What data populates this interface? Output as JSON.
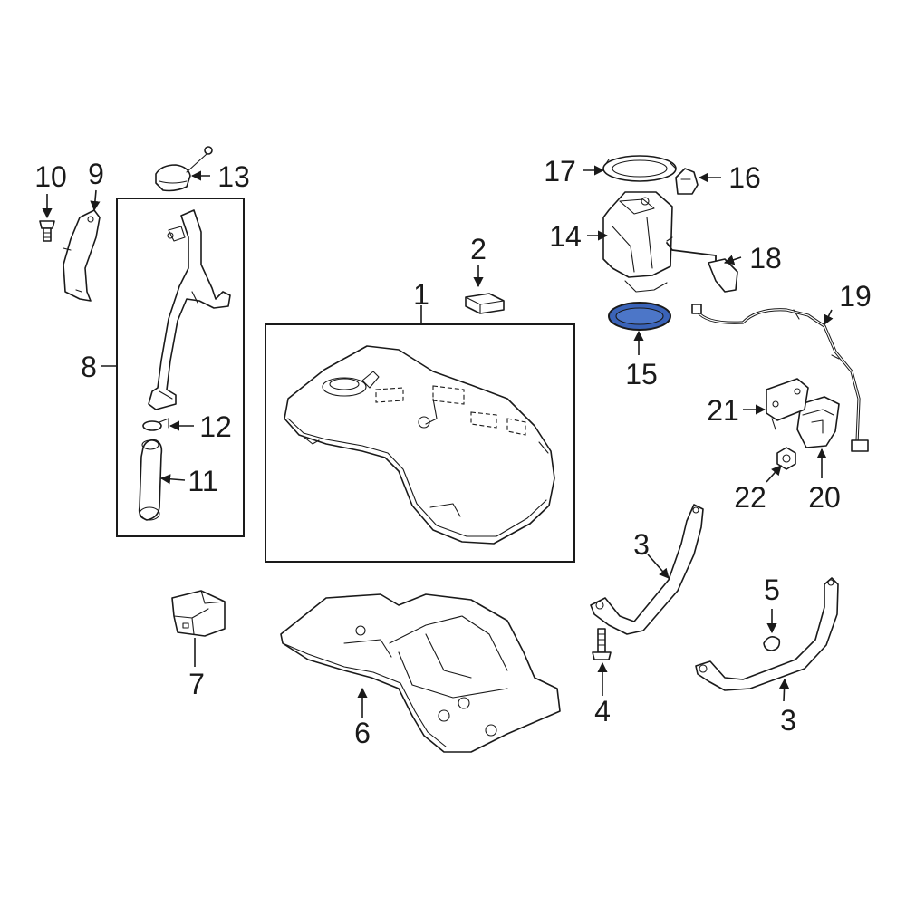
{
  "colors": {
    "line": "#1a1a1a",
    "background": "#ffffff",
    "highlight": "#3a63b8"
  },
  "callouts": {
    "c1": "1",
    "c2": "2",
    "c3a": "3",
    "c3b": "3",
    "c4": "4",
    "c5": "5",
    "c6": "6",
    "c7": "7",
    "c8": "8",
    "c9": "9",
    "c10": "10",
    "c11": "11",
    "c12": "12",
    "c13": "13",
    "c14": "14",
    "c15": "15",
    "c16": "16",
    "c17": "17",
    "c18": "18",
    "c19": "19",
    "c20": "20",
    "c21": "21",
    "c22": "22"
  },
  "highlighted_part": "15"
}
